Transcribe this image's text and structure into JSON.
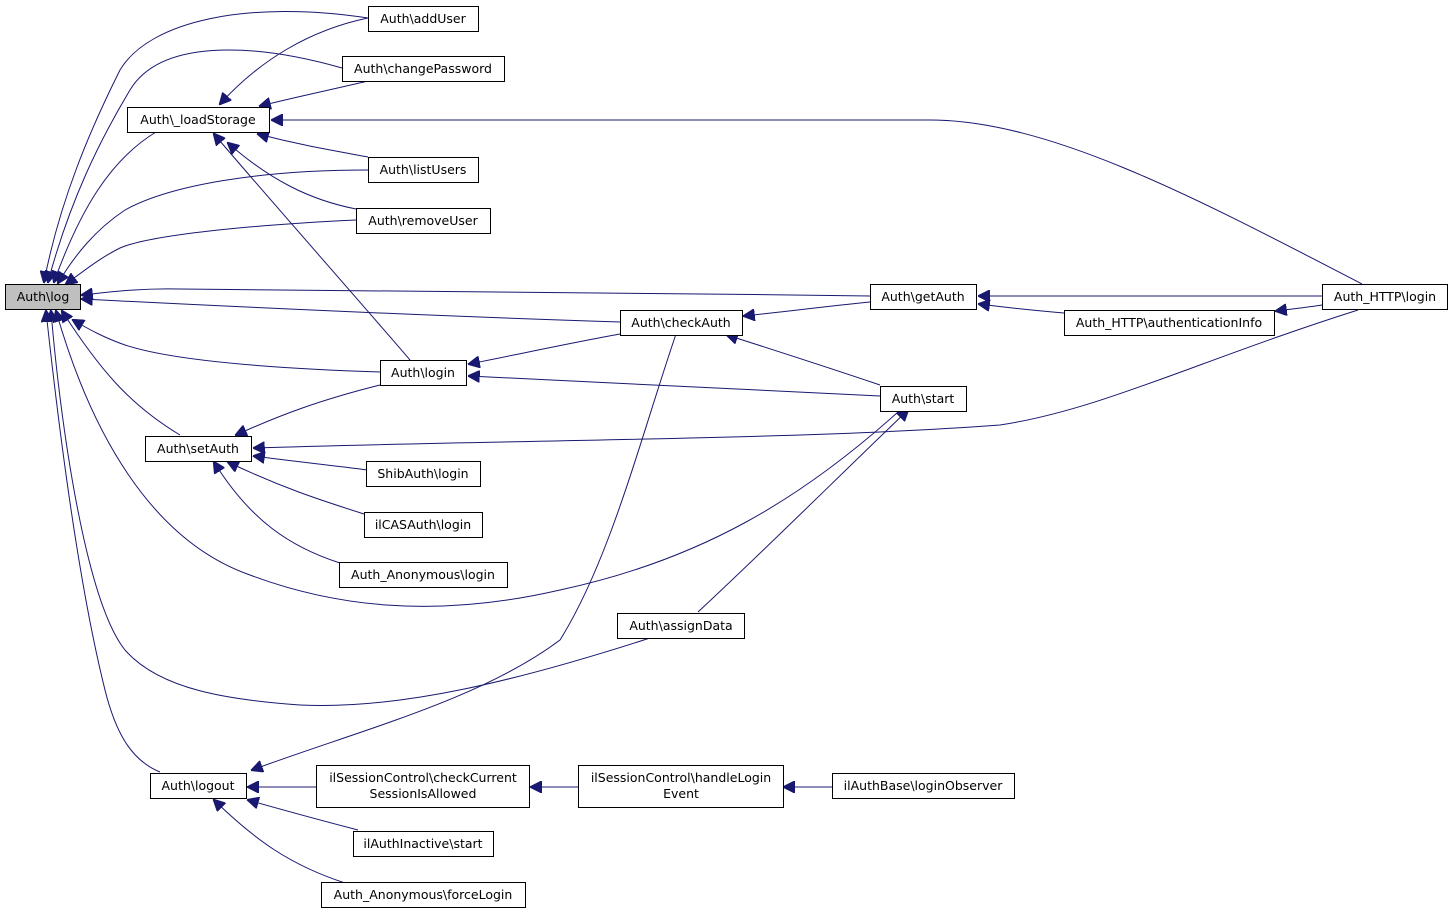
{
  "colors": {
    "edge": "#191970",
    "box_border": "#000000",
    "focus_fill": "#bfbfbf",
    "box_fill": "#ffffff"
  },
  "nodes": {
    "log": [
      "Auth\\log"
    ],
    "addUser": [
      "Auth\\addUser"
    ],
    "changePassword": [
      "Auth\\changePassword"
    ],
    "loadStorage": [
      "Auth\\_loadStorage"
    ],
    "listUsers": [
      "Auth\\listUsers"
    ],
    "removeUser": [
      "Auth\\removeUser"
    ],
    "getAuth": [
      "Auth\\getAuth"
    ],
    "httpLogin": [
      "Auth_HTTP\\login"
    ],
    "checkAuth": [
      "Auth\\checkAuth"
    ],
    "authInfo": [
      "Auth_HTTP\\authenticationInfo"
    ],
    "login": [
      "Auth\\login"
    ],
    "start": [
      "Auth\\start"
    ],
    "setAuth": [
      "Auth\\setAuth"
    ],
    "shibLogin": [
      "ShibAuth\\login"
    ],
    "casLogin": [
      "ilCASAuth\\login"
    ],
    "anonLogin": [
      "Auth_Anonymous\\login"
    ],
    "assignData": [
      "Auth\\assignData"
    ],
    "logout": [
      "Auth\\logout"
    ],
    "checkCurrent": [
      "ilSessionControl\\checkCurrent",
      "SessionIsAllowed"
    ],
    "handleLogin": [
      "ilSessionControl\\handleLogin",
      "Event"
    ],
    "loginObserver": [
      "ilAuthBase\\loginObserver"
    ],
    "inactiveStart": [
      "ilAuthInactive\\start"
    ],
    "forceLogin": [
      "Auth_Anonymous\\forceLogin"
    ]
  }
}
